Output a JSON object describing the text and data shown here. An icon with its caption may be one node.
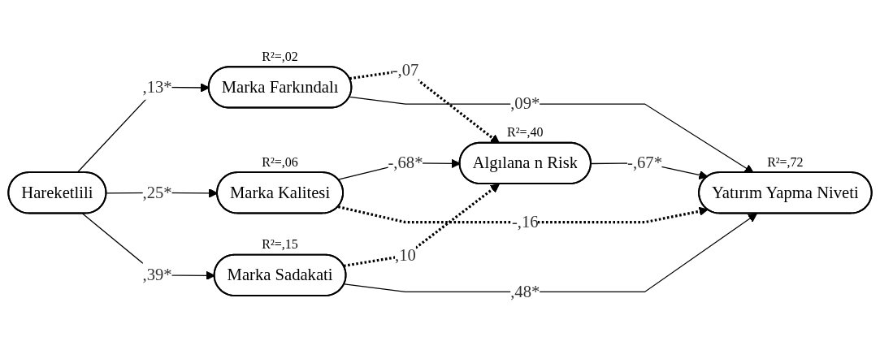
{
  "diagram": {
    "nodes": [
      {
        "text": [
          "Hareketlili"
        ]
      },
      {
        "text": [
          "Marka Farkındalı"
        ],
        "beside": [
          "R²=,02"
        ]
      },
      {
        "text": [
          "Marka Kalitesi"
        ],
        "beside": [
          "R²=,06"
        ]
      },
      {
        "text": [
          "Marka Sadakati"
        ],
        "beside": [
          "R²=,15"
        ]
      },
      {
        "text": [
          "Algılana n Risk"
        ],
        "beside": [
          "R²=,40"
        ]
      },
      {
        "text": [
          "Yatırım Yapma Niveti"
        ],
        "beside": [
          "R²=,72"
        ]
      }
    ],
    "edges": [
      {
        "from": 0,
        "to": 1,
        "arrow": "to",
        "label": ",13*"
      },
      {
        "from": 0,
        "to": 2,
        "arrow": "to",
        "label": ",25*"
      },
      {
        "from": 0,
        "to": 3,
        "arrow": "to",
        "label": ",39*"
      },
      {
        "from": 1,
        "to": 4,
        "arrow": "to",
        "label": "-,07",
        "style": "dashed"
      },
      {
        "from": 1,
        "to": 5,
        "arrow": "to",
        "label": ",09*"
      },
      {
        "from": 2,
        "to": 4,
        "arrow": "to",
        "label": "-,68*"
      },
      {
        "from": 2,
        "to": 5,
        "arrow": "to",
        "label": "-,16",
        "style": "dashed"
      },
      {
        "from": 3,
        "to": 4,
        "arrow": "to",
        "label": ",10",
        "style": "dashed"
      },
      {
        "from": 3,
        "to": 5,
        "arrow": "to",
        "label": ",48*"
      },
      {
        "from": 4,
        "to": 5,
        "arrow": "to",
        "label": "-,67*"
      }
    ]
  }
}
